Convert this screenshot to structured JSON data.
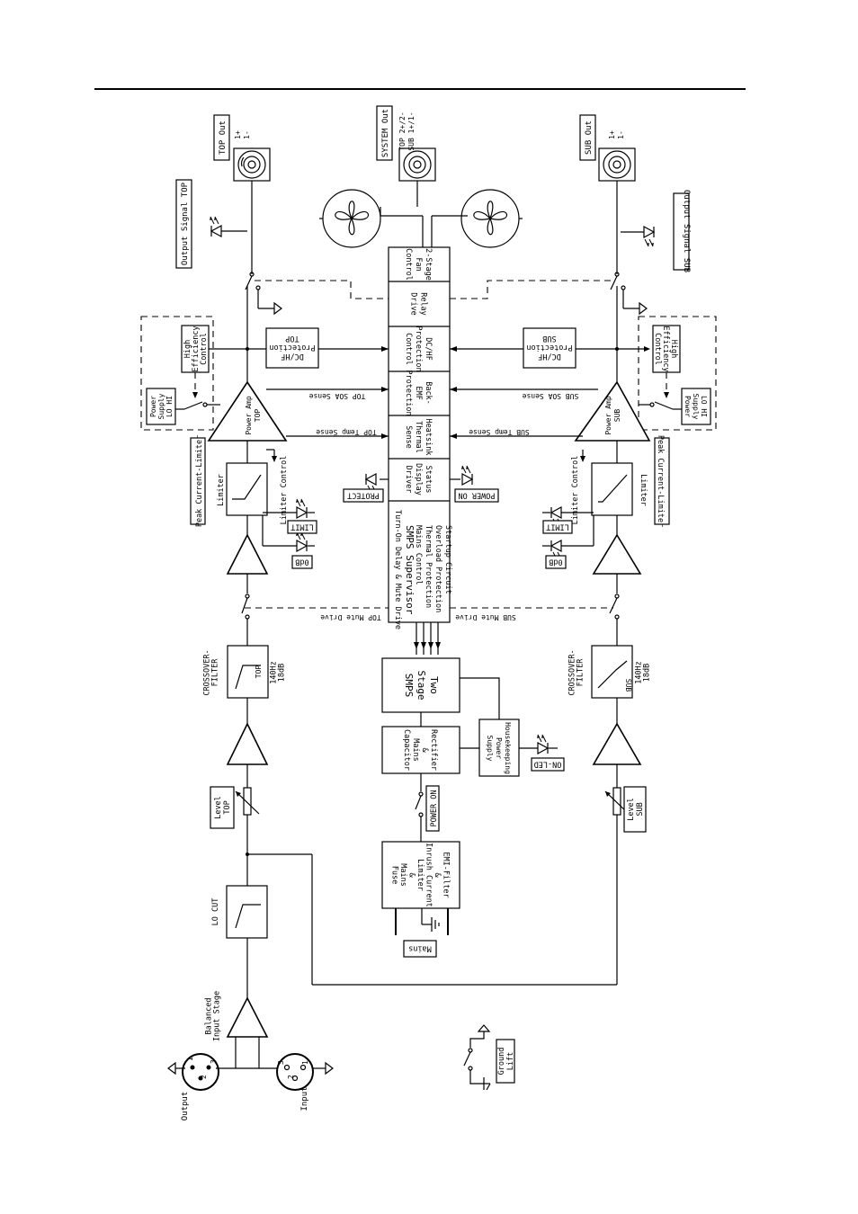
{
  "outputs": {
    "top_out": "TOP Out",
    "system_out": "SYSTEM Out",
    "sub_out": "SUB Out",
    "top_pins_a": "1+",
    "top_pins_b": "1-",
    "system_pins_a": "TOP 2+/2-",
    "system_pins_b": "SUB 1+/1-",
    "sub_pins_a": "1+",
    "sub_pins_b": "1-"
  },
  "signal_labels": {
    "output_signal_top": "Output Signal TOP",
    "output_signal_sub": "Output Signal SUB"
  },
  "control_blocks": [
    "2-Stage|Fan|Control",
    "Relay|Drive",
    "DC/HF|Protection|Control",
    "Back-|EMF|Protection",
    "Heatsink|Thermal|Sense",
    "Status|Display|Driver"
  ],
  "supervisor": {
    "line1": "Turn-On Delay & Mute Drive",
    "title": "SMPS Supervisor",
    "line3": "Mains Control",
    "line4": "Thermal Protection",
    "line5": "Overload Protection",
    "line6": "Startup Circuit"
  },
  "protection": {
    "top": "DC/HF|Protection|TOP",
    "sub": "DC/HF|Protection|SUB"
  },
  "efficiency": {
    "top": "High|Efficiency|Control",
    "sub": "High|Efficiency|Control"
  },
  "power_supply": {
    "top": "Power|Supply|LO  HI",
    "sub": "LO  HI|Supply|Power"
  },
  "sense": {
    "top_soa": "TOP SOA Sense",
    "sub_soa": "SUB SOA Sense",
    "top_temp": "TOP Temp Sense",
    "sub_temp": "SUB Temp Sense"
  },
  "amps": {
    "top": "Power Amp|TOP",
    "sub": "Power Amp|SUB"
  },
  "peak_limiter": {
    "top": "Peak Current-Limiter",
    "sub": "Peak Current-Limiter"
  },
  "limiter": {
    "label": "Limiter",
    "control": "Limiter Control"
  },
  "leds": {
    "protect": "PROTECT",
    "power_on": "POWER ON",
    "limit": "LIMIT",
    "zero_db": "0dB",
    "on_led": "ON-LED"
  },
  "mute": {
    "top": "TOP Mute Drive",
    "sub": "SUB Mute Drive"
  },
  "crossover": {
    "label": "CROSSOVER-|FILTER",
    "top": "TOP",
    "sub": "SUB",
    "spec": "140Hz|18dB"
  },
  "smps": "Two|Stage|SMPS",
  "rectifier": "Rectifier|&|Mains|Capacitor",
  "housekeeping": "Housekeeping|Power|Supply",
  "emi": "EMI-Filter|&|Inrush Current|Limiter|&|Mains|Fuse",
  "mains": "Mains",
  "level": {
    "top": "Level|TOP",
    "sub": "Level|SUB"
  },
  "lo_cut": "LO CUT",
  "input_stage": "Balanced|Input Stage",
  "connectors": {
    "output": "Output",
    "input": "Input",
    "out_pin1": "1",
    "out_pin2": "2",
    "out_pin3": "3",
    "in_pin1": "1",
    "in_pin2": "2",
    "in_pin3": "3"
  },
  "ground_lift": "Ground|Lift"
}
